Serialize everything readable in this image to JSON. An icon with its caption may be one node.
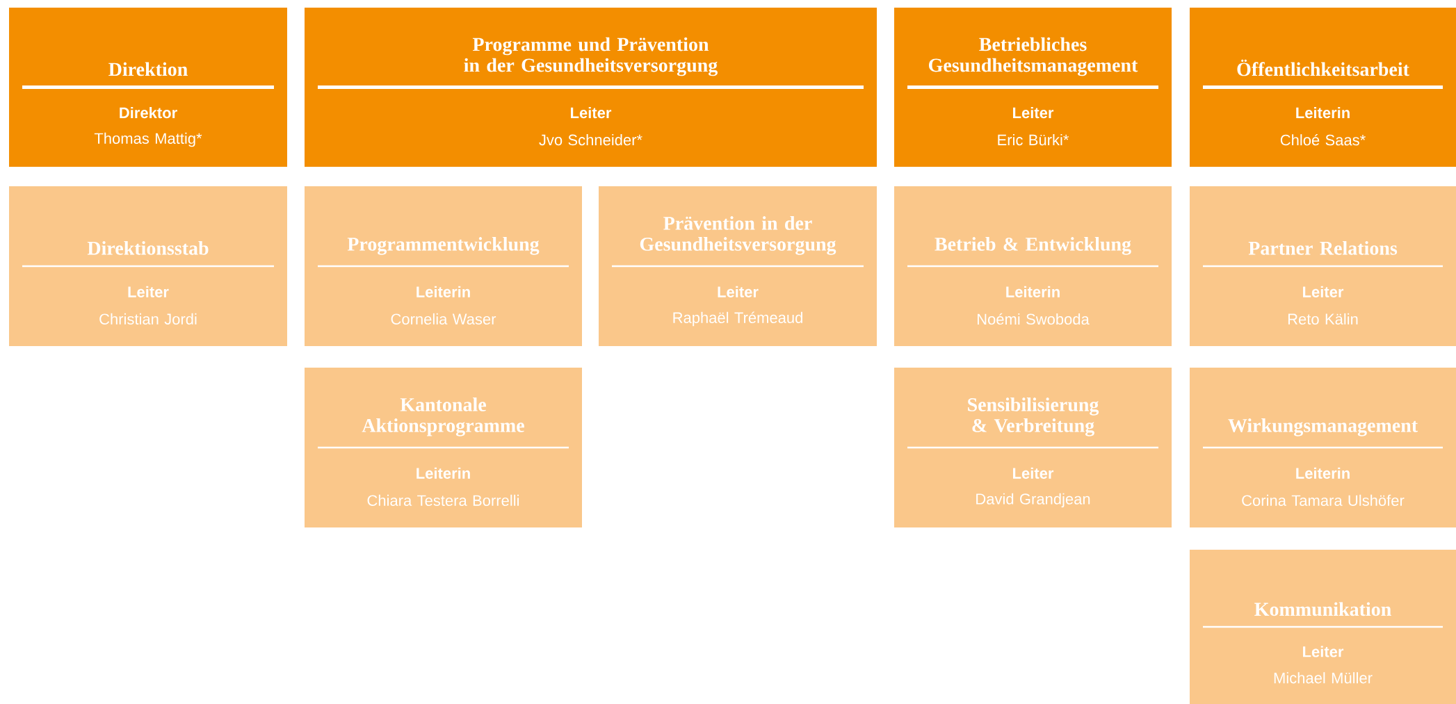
{
  "diagram": {
    "nodes": [
      {
        "text": [
          "Direktion",
          "Direktor",
          "Thomas Mattig*"
        ]
      },
      {
        "text": [
          "Programme und Prävention in der Gesundheitsversorgung",
          "Leiter",
          "Jvo Schneider*"
        ]
      },
      {
        "text": [
          "Betriebliches Gesundheitsmanagement",
          "Leiter",
          "Eric Bürki*"
        ]
      },
      {
        "text": [
          "Öffentlichkeitsarbeit",
          "Leiterin",
          "Chloé Saas*"
        ]
      },
      {
        "text": [
          "Direktionsstab",
          "Leiter",
          "Christian Jordi"
        ]
      },
      {
        "text": [
          "Programmentwicklung",
          "Leiterin",
          "Cornelia Waser"
        ]
      },
      {
        "text": [
          "Prävention in der Gesundheitsversorgung",
          "Leiter",
          "Raphaël Trémeaud"
        ]
      },
      {
        "text": [
          "Betrieb & Entwicklung",
          "Leiterin",
          "Noémi Swoboda"
        ]
      },
      {
        "text": [
          "Partner Relations",
          "Leiter",
          "Reto Kälin"
        ]
      },
      {
        "text": [
          "Kantonale Aktionsprogramme",
          "Leiterin",
          "Chiara Testera Borrelli"
        ]
      },
      {
        "text": [
          "Sensibilisierung & Verbreitung",
          "Leiter",
          "David Grandjean"
        ]
      },
      {
        "text": [
          "Wirkungsmanagement",
          "Leiterin",
          "Corina Tamara Ulshöfer"
        ]
      },
      {
        "text": [
          "Kommunikation",
          "Leiter",
          "Michael Müller"
        ]
      }
    ]
  }
}
